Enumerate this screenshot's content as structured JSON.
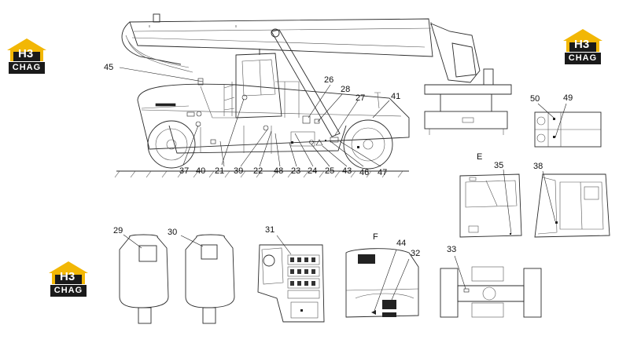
{
  "logo": {
    "code": "H3",
    "brand": "CHAG",
    "colors": {
      "roof": "#f2b705",
      "base": "#1a1a1a"
    }
  },
  "section_labels": {
    "e": "E",
    "f": "F"
  },
  "callouts": {
    "c45": "45",
    "c26": "26",
    "c28": "28",
    "c27": "27",
    "c41": "41",
    "c50": "50",
    "c49": "49",
    "c37": "37",
    "c40": "40",
    "c21": "21",
    "c39": "39",
    "c22": "22",
    "c48": "48",
    "c23": "23",
    "c24": "24",
    "c25": "25",
    "c43": "43",
    "c46": "46",
    "c47": "47",
    "c35": "35",
    "c38": "38",
    "c29": "29",
    "c30": "30",
    "c31": "31",
    "c44": "44",
    "c32": "32",
    "c33": "33"
  }
}
